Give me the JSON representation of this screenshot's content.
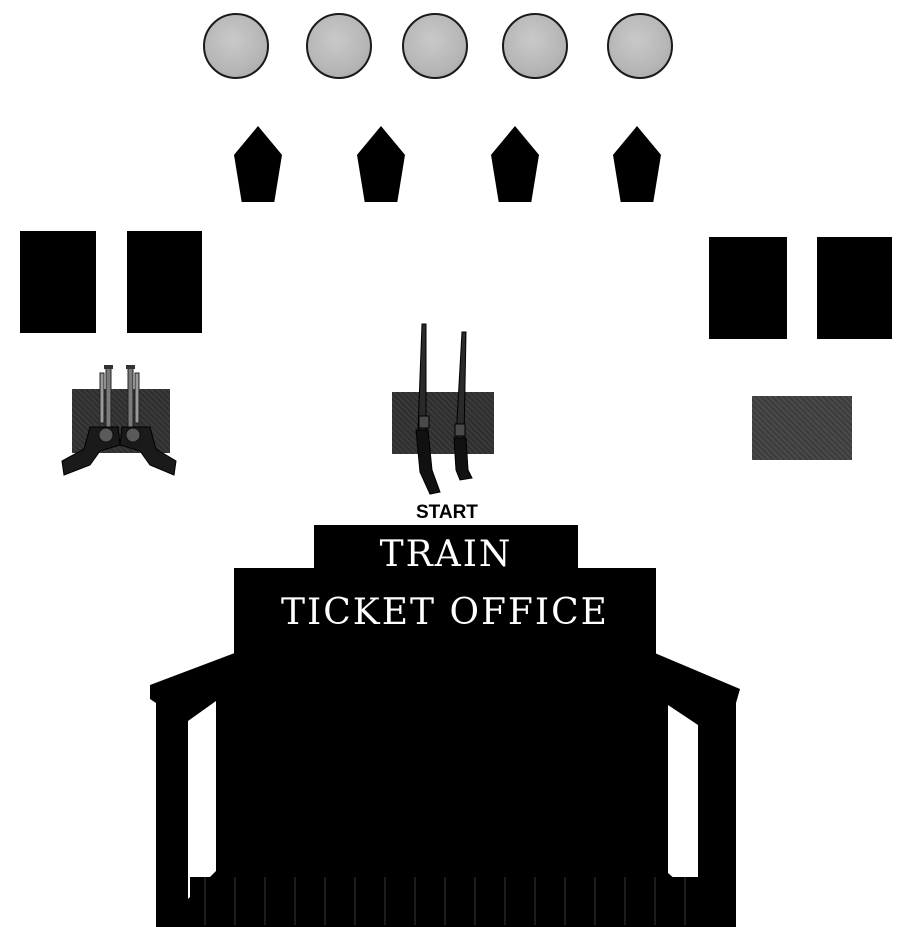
{
  "start": {
    "label": "START"
  },
  "sign": {
    "line1": "TRAIN",
    "line2": "TICKET OFFICE"
  },
  "bubbles": [
    {
      "name": "gray-circle-1"
    },
    {
      "name": "gray-circle-2"
    },
    {
      "name": "gray-circle-3"
    },
    {
      "name": "gray-circle-4"
    },
    {
      "name": "gray-circle-5"
    }
  ],
  "gems": [
    {
      "name": "black-pentagon-1"
    },
    {
      "name": "black-pentagon-2"
    },
    {
      "name": "black-pentagon-3"
    },
    {
      "name": "black-pentagon-4"
    }
  ],
  "racks": {
    "left": "revolver-pair-icon",
    "center": "rifle-pair-icon",
    "right": "empty-rack"
  },
  "colors": {
    "background": "#ffffff",
    "bubble_fill": "#b6b6b6",
    "silhouette": "#000000",
    "sign_text": "#ffffff"
  }
}
